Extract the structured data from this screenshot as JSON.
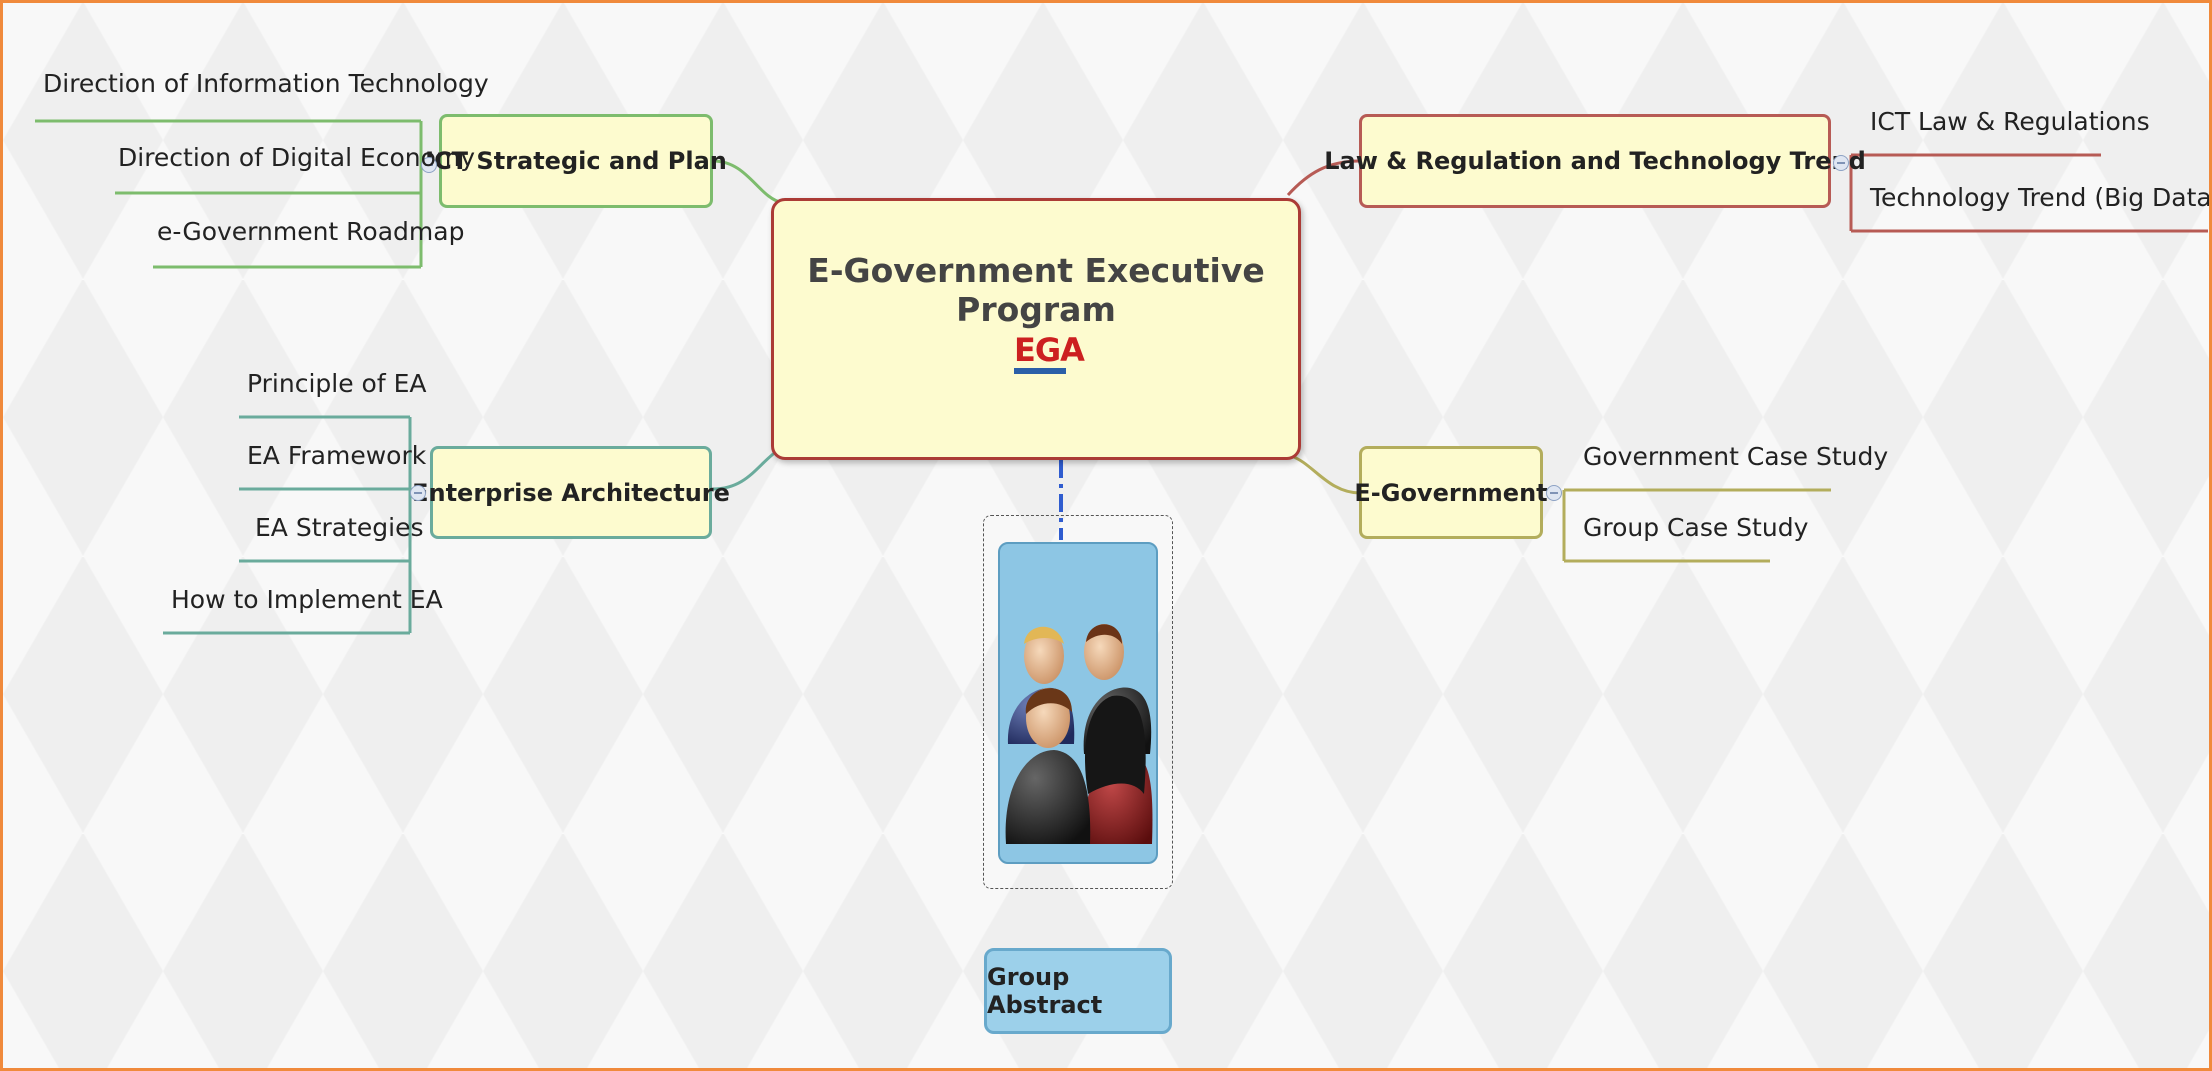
{
  "central": {
    "title": "E-Government Executive Program",
    "logo_text": "EGA"
  },
  "branches": {
    "ict": {
      "label": "ICT Strategic and Plan",
      "items": [
        "Direction of Information Technology",
        "Direction of Digital Economy",
        "e-Government Roadmap"
      ]
    },
    "ea": {
      "label": "Enterprise Architecture",
      "items": [
        "Principle of EA",
        "EA Framework",
        "EA Strategies",
        "How to Implement EA"
      ]
    },
    "law": {
      "label": "Law & Regulation and Technology Trend",
      "items": [
        "ICT Law & Regulations",
        "Technology Trend (Big Data, etc)"
      ]
    },
    "egov": {
      "label": "E-Government",
      "items": [
        "Government Case Study",
        "Group Case Study"
      ]
    }
  },
  "group_abstract": {
    "label": "Group Abstract",
    "image_icon": "people-group-icon"
  },
  "colors": {
    "frame_border": "#f08a3c",
    "central_border": "#ab3b36",
    "ict_branch": "#7dbc6d",
    "law_branch": "#b75b55",
    "ea_branch": "#6aab9c",
    "egov_branch": "#b3ad5c",
    "topic_fill": "#fdfbcf",
    "abstract_fill": "#9cd0ea",
    "dash_connector": "#2f5ccf"
  }
}
